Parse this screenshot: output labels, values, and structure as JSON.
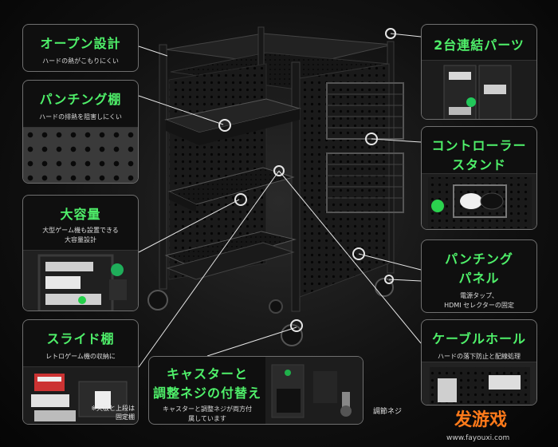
{
  "features": {
    "open_design": {
      "title": "オープン設計",
      "desc": "ハードの熱がこもりにくい"
    },
    "punching_shelf": {
      "title": "パンチング棚",
      "desc": "ハードの排熱を阻害しにくい"
    },
    "large_capacity": {
      "title": "大容量",
      "desc_line1": "大型ゲーム機も設置できる",
      "desc_line2": "大容量設計"
    },
    "slide_shelf": {
      "title": "スライド棚",
      "desc": "レトロゲーム機の収納に",
      "note_line1": "※天板と上段は",
      "note_line2": "固定棚"
    },
    "caster": {
      "title_line1": "キャスターと",
      "title_line2": "調整ネジの付替え",
      "desc_line1": "キャスターと調整ネジが両方付",
      "desc_line2": "属しています",
      "label": "調節ネジ"
    },
    "link_parts": {
      "title": "2台連結パーツ"
    },
    "controller_stand": {
      "title_line1": "コントローラー",
      "title_line2": "スタンド"
    },
    "punching_panel": {
      "title_line1": "パンチング",
      "title_line2": "パネル",
      "desc_line1": "電源タップ、",
      "desc_line2": "HDMI セレクターの固定"
    },
    "cable_hole": {
      "title": "ケーブルホール",
      "desc": "ハードの落下防止と配線処理"
    }
  },
  "watermark": {
    "brand": "发游戏",
    "url": "www.fayouxi.com"
  },
  "colors": {
    "accent": "#4ff06a",
    "frame": "#2a2a2a",
    "brand": "#ff7a1a"
  }
}
